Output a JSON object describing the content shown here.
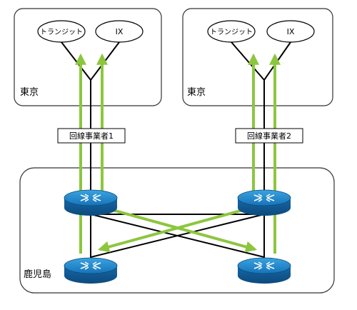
{
  "tokyo_left": {
    "region_label": "東京",
    "peer_transit": "トランジット",
    "peer_ix": "IX"
  },
  "tokyo_right": {
    "region_label": "東京",
    "peer_transit": "トランジット",
    "peer_ix": "IX"
  },
  "carrier_1": "回線事業者1",
  "carrier_2": "回線事業者2",
  "kagoshima_label": "鹿児島",
  "colors": {
    "green_arrow": "#8cc63f",
    "router_top": "#1c87c9",
    "router_side": "#0f5e95",
    "line": "#000000",
    "box_border": "#333333"
  }
}
